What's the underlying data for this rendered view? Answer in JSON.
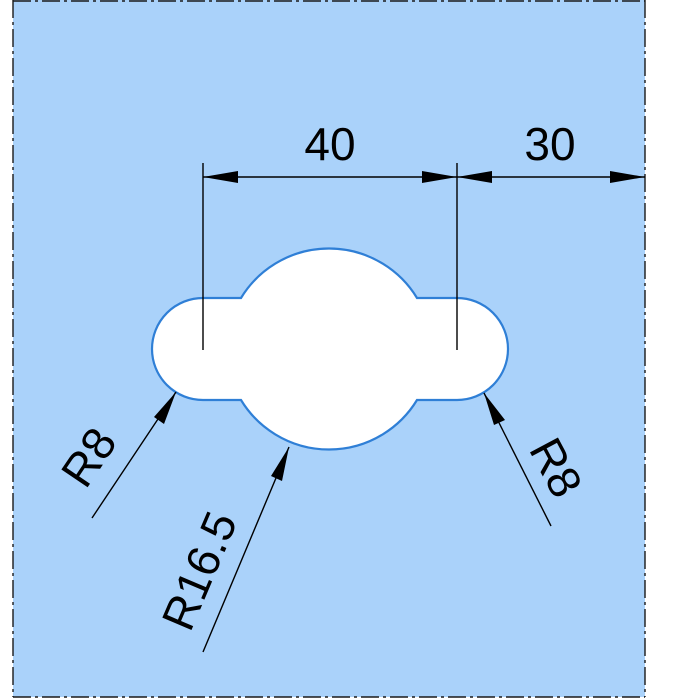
{
  "drawing": {
    "plate_color": "#aad2fa",
    "hole_outline_color": "#2f7fd6",
    "hole_fill_color": "#ffffff",
    "line_color": "#000000"
  },
  "dimensions": {
    "center_distance": "40",
    "edge_distance": "30",
    "left_lobe_radius": "R8",
    "center_radius": "R16.5",
    "right_lobe_radius": "R8"
  }
}
